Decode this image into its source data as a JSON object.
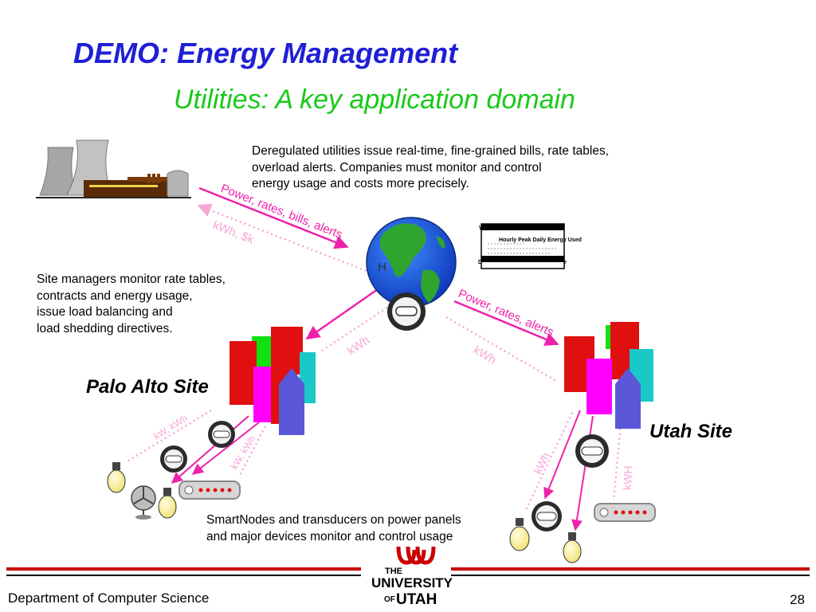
{
  "slide": {
    "title": "DEMO: Energy Management",
    "subtitle": "Utilities: A key application domain",
    "para_deregulated": "Deregulated utilities issue real-time, fine-grained bills, rate tables,\noverload alerts. Companies must monitor and control\nenergy usage and costs more precisely.",
    "para_site_managers": "Site managers monitor rate tables,\ncontracts and energy usage,\nissue load balancing and\nload shedding directives.",
    "para_smartnodes": "SmartNodes and transducers on power panels\nand major devices monitor and control usage",
    "palo_alto_label": "Palo Alto Site",
    "utah_label": "Utah Site"
  },
  "arrows": {
    "utility_to_globe": "Power, rates, bills, alerts",
    "globe_to_utility": "kWh, $k",
    "globe_to_palo": "kWh",
    "globe_to_utah": "Power, rates, alerts",
    "utah_to_globe": "kWh",
    "palo_devices_1": "kW, kWh",
    "palo_devices_2": "kW, kWh",
    "utah_devices_1": "kWh",
    "utah_devices_2": "kWH"
  },
  "chart_doc": {
    "label_top": "W",
    "label_mid": "Hourly Peak Daily Energy Used",
    "label_bottom_left": "D",
    "label_bottom_right": "e"
  },
  "globe_marker": "H",
  "footer": {
    "department": "Department of Computer Science",
    "page": "28",
    "logo_line1": "THE",
    "logo_line2": "UNIVERSITY",
    "logo_line3": "OF",
    "logo_line4": "UTAH"
  },
  "colors": {
    "title_blue": "#1f1fd6",
    "subtitle_green": "#19c919",
    "arrow_magenta": "#ee22aa",
    "dotted_pink": "#f7a6d6",
    "footer_red": "#cc0000"
  }
}
